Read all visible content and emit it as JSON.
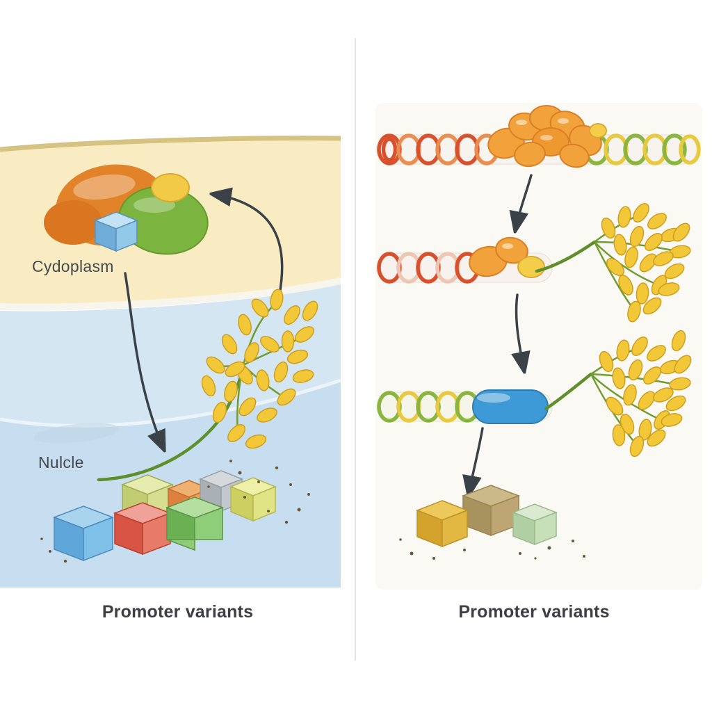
{
  "left_panel": {
    "cytoplasm_label": "Cydoplasm",
    "nucleus_label": "Nulcle",
    "caption": "Promoter variants"
  },
  "right_panel": {
    "caption": "Promoter variants"
  },
  "colors": {
    "cytoplasm_fill": "#f9ecc2",
    "membrane_stroke": "#d6c382",
    "cell_blue": "#d3e6f2",
    "nucleus_blue": "#c7def0",
    "protein_orange": "#e2832a",
    "protein_green": "#7cb440",
    "protein_yellow": "#f3ca45",
    "protein_blue_cube": "#7ab8dd",
    "rice_grain_yellow": "#f2c838",
    "stem_green": "#5e8f2a",
    "dna_red": "#d9502c",
    "dna_orange": "#ea8d4f",
    "dna_green": "#8ab53e",
    "dna_yellow": "#e9c93f",
    "capsule_blue": "#3e9ad6",
    "arrow_gray": "#3a4248",
    "caption_text": "#3b4046"
  }
}
